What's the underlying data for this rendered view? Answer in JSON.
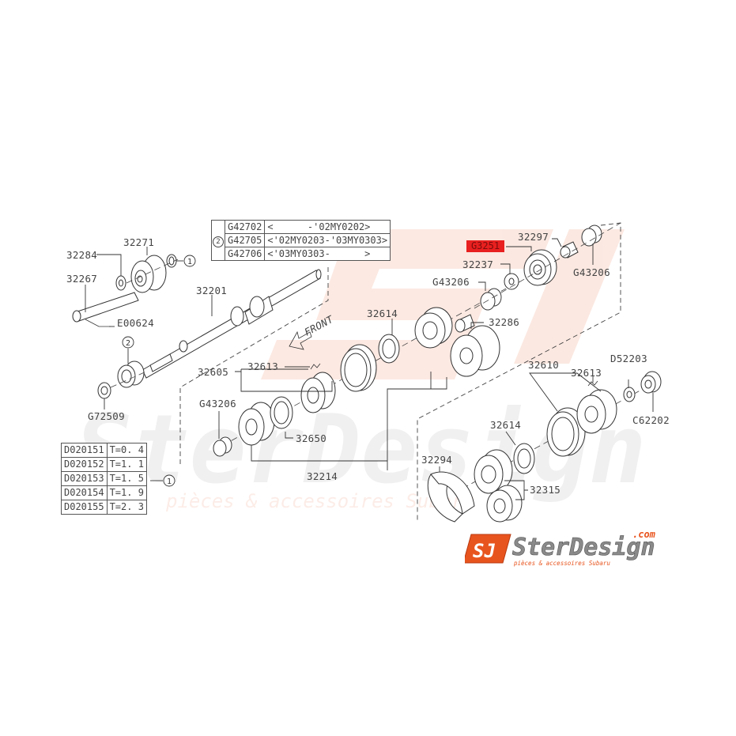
{
  "diagram": {
    "title": "Subaru transmission main shaft exploded parts diagram",
    "direction_label": "FRONT",
    "highlighted_part": "G3251",
    "highlight_color": "#e8201f",
    "part_labels": {
      "p32284": "32284",
      "p32271": "32271",
      "p32267": "32267",
      "pE00624": "E00624",
      "p32201": "32201",
      "pG72509": "G72509",
      "p32605": "32605",
      "p32613a": "32613",
      "p32614a": "32614",
      "pG43206a": "G43206",
      "p32650": "32650",
      "p32214": "32214",
      "pG3251": "G3251",
      "p32297": "32297",
      "p32237": "32237",
      "pG43206b": "G43206",
      "pG43206c": "G43206",
      "p32286": "32286",
      "p32610": "32610",
      "p32613b": "32613",
      "pD52203": "D52203",
      "pC62202": "C62202",
      "p32614b": "32614",
      "p32294": "32294",
      "p32315": "32315"
    },
    "callouts": {
      "one": "1",
      "two": "2"
    }
  },
  "model_table": {
    "ref": "2",
    "rows": [
      {
        "part": "G42702",
        "range": "<      -'02MY0202>"
      },
      {
        "part": "G42705",
        "range": "<'02MY0203-'03MY0303>"
      },
      {
        "part": "G42706",
        "range": "<'03MY0303-      >"
      }
    ]
  },
  "shim_table": {
    "ref": "1",
    "rows": [
      {
        "part": "D020151",
        "thickness": "T=0. 4"
      },
      {
        "part": "D020152",
        "thickness": "T=1. 1"
      },
      {
        "part": "D020153",
        "thickness": "T=1. 5"
      },
      {
        "part": "D020154",
        "thickness": "T=1. 9"
      },
      {
        "part": "D020155",
        "thickness": "T=2. 3"
      }
    ]
  },
  "branding": {
    "logo_mark": "SJ",
    "logo_name": "SterDesign",
    "logo_tld": ".com",
    "logo_tagline": "pièces & accessoires Subaru",
    "watermark_text": "SterDesign",
    "watermark_tagline": "pièces & accessoires Subaru",
    "brand_orange": "#e8541e",
    "brand_grey": "#8a8a8a"
  }
}
